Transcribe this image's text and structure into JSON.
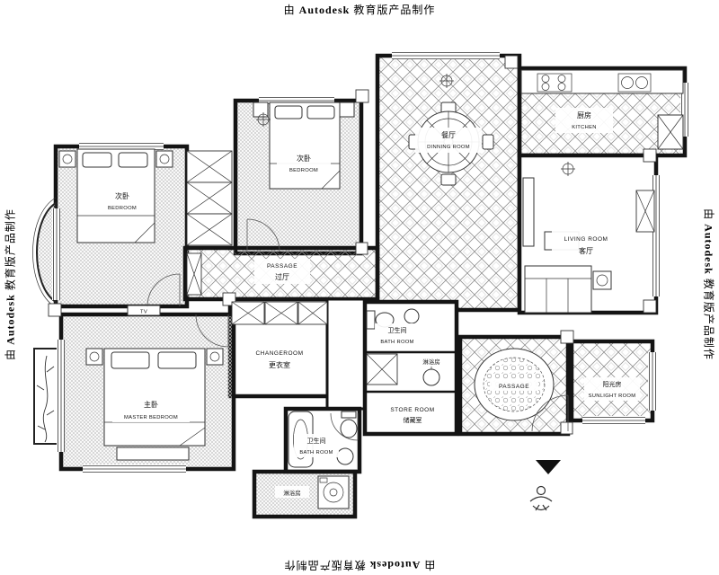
{
  "watermark": {
    "prefix": "由 ",
    "brand": "Autodesk",
    "suffix": " 教育版产品制作"
  },
  "colors": {
    "ink": "#111111"
  },
  "rooms": {
    "bedroom_a": {
      "zh": "次卧",
      "en": "BEDROOM"
    },
    "bedroom_b": {
      "zh": "次卧",
      "en": "BEDROOM"
    },
    "dining": {
      "zh": "餐厅",
      "en": "DINNING ROOM"
    },
    "kitchen": {
      "zh": "厨房",
      "en": "KITCHEN"
    },
    "living": {
      "line1": "LIVING ROOM",
      "line2": "客厅"
    },
    "passage_top": {
      "line1": "PASSAGE",
      "line2": "过厅"
    },
    "changeroom": {
      "line1": "CHANGEROOM",
      "line2": "更衣室"
    },
    "master": {
      "zh": "主卧",
      "en": "MASTER BEDROOM"
    },
    "bath_top": {
      "zh": "卫生间",
      "en": "BATH ROOM"
    },
    "shower_top": {
      "zh": "淋浴房"
    },
    "store": {
      "line1": "STORE ROOM",
      "line2": "储藏室"
    },
    "passage_bottom": {
      "label": "PASSAGE"
    },
    "sunroom": {
      "zh": "阳光房",
      "en": "SUNLIGHT ROOM"
    },
    "bath_bottom": {
      "zh": "卫生间",
      "en": "BATH ROOM"
    },
    "laundry": {
      "zh": "淋浴房"
    },
    "tv_label": "TV"
  }
}
